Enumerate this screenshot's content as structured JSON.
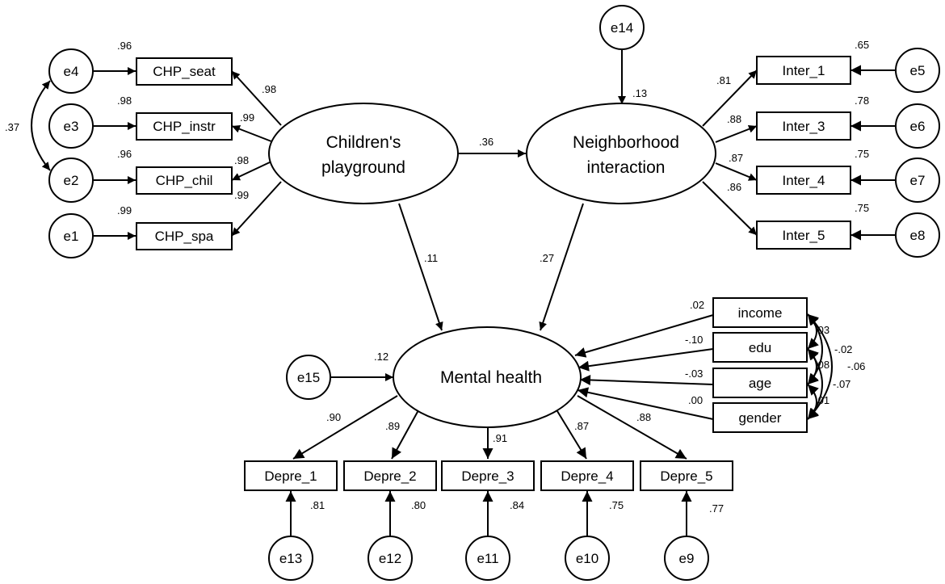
{
  "latent": {
    "playground": [
      "Children's",
      "playground"
    ],
    "interaction": [
      "Neighborhood",
      "interaction"
    ],
    "mental": [
      "Mental health"
    ]
  },
  "observed": {
    "chp_seat": "CHP_seat",
    "chp_instr": "CHP_instr",
    "chp_chil": "CHP_chil",
    "chp_spa": "CHP_spa",
    "inter_1": "Inter_1",
    "inter_3": "Inter_3",
    "inter_4": "Inter_4",
    "inter_5": "Inter_5",
    "income": "income",
    "edu": "edu",
    "age": "age",
    "gender": "gender",
    "depre_1": "Depre_1",
    "depre_2": "Depre_2",
    "depre_3": "Depre_3",
    "depre_4": "Depre_4",
    "depre_5": "Depre_5"
  },
  "errors": {
    "e1": "e1",
    "e2": "e2",
    "e3": "e3",
    "e4": "e4",
    "e5": "e5",
    "e6": "e6",
    "e7": "e7",
    "e8": "e8",
    "e9": "e9",
    "e10": "e10",
    "e11": "e11",
    "e12": "e12",
    "e13": "e13",
    "e14": "e14",
    "e15": "e15"
  },
  "coefficients": {
    "r2_chp_seat": ".96",
    "r2_chp_instr": ".98",
    "r2_chp_chil": ".96",
    "r2_chp_spa": ".99",
    "load_chp_seat": ".98",
    "load_chp_instr": ".99",
    "load_chp_chil": ".98",
    "load_chp_spa": ".99",
    "cov_e4_e2": ".37",
    "path_pg_ni": ".36",
    "path_pg_mh": ".11",
    "path_ni_mh": ".27",
    "r2_ni": ".13",
    "r2_mh": ".12",
    "load_inter_1": ".81",
    "load_inter_3": ".88",
    "load_inter_4": ".87",
    "load_inter_5": ".86",
    "r2_inter_1": ".65",
    "r2_inter_3": ".78",
    "r2_inter_4": ".75",
    "r2_inter_5": ".75",
    "path_income": ".02",
    "path_edu": "-.10",
    "path_age": "-.03",
    "path_gender": ".00",
    "cov_a": ".03",
    "cov_b": "-.02",
    "cov_c": "-.06",
    "cov_d": ".08",
    "cov_e": "-.07",
    "cov_f": ".01",
    "load_depre_1": ".90",
    "load_depre_2": ".89",
    "load_depre_3": ".91",
    "load_depre_4": ".87",
    "load_depre_5": ".88",
    "r2_depre_1": ".81",
    "r2_depre_2": ".80",
    "r2_depre_3": ".84",
    "r2_depre_4": ".75",
    "r2_depre_5": ".77"
  }
}
